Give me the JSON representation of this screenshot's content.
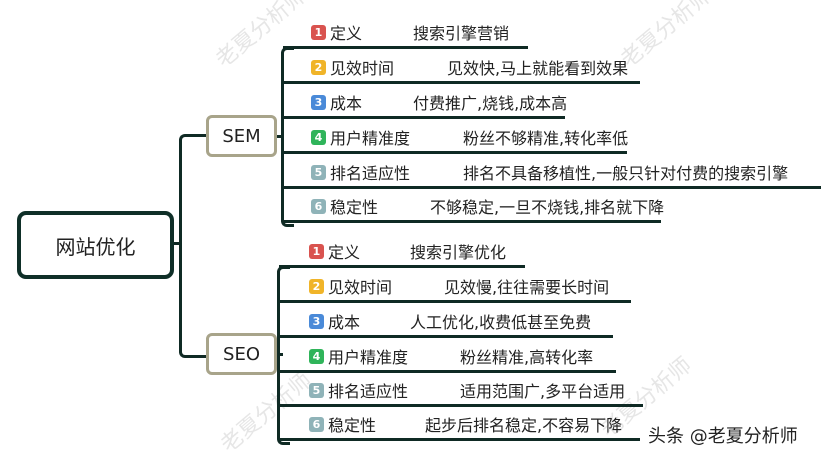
{
  "root": {
    "label": "网站优化"
  },
  "branches": [
    {
      "label": "SEM",
      "items": [
        {
          "num": "1",
          "color": "#d9534f",
          "label": "定义",
          "value": "搜索引擎营销"
        },
        {
          "num": "2",
          "color": "#f0b429",
          "label": "见效时间",
          "value": "见效快,马上就能看到效果"
        },
        {
          "num": "3",
          "color": "#4a8ad8",
          "label": "成本",
          "value": "付费推广,烧钱,成本高"
        },
        {
          "num": "4",
          "color": "#2fb45a",
          "label": "用户精准度",
          "value": "粉丝不够精准,转化率低"
        },
        {
          "num": "5",
          "color": "#8fb3b8",
          "label": "排名适应性",
          "value": "排名不具备移植性,一般只针对付费的搜索引擎"
        },
        {
          "num": "6",
          "color": "#8fb3b8",
          "label": "稳定性",
          "value": "不够稳定,一旦不烧钱,排名就下降"
        }
      ]
    },
    {
      "label": "SEO",
      "items": [
        {
          "num": "1",
          "color": "#d9534f",
          "label": "定义",
          "value": "搜索引擎优化"
        },
        {
          "num": "2",
          "color": "#f0b429",
          "label": "见效时间",
          "value": "见效慢,往往需要长时间"
        },
        {
          "num": "3",
          "color": "#4a8ad8",
          "label": "成本",
          "value": "人工优化,收费低甚至免费"
        },
        {
          "num": "4",
          "color": "#2fb45a",
          "label": "用户精准度",
          "value": "粉丝精准,高转化率"
        },
        {
          "num": "5",
          "color": "#8fb3b8",
          "label": "排名适应性",
          "value": "适用范围广,多平台适用"
        },
        {
          "num": "6",
          "color": "#8fb3b8",
          "label": "稳定性",
          "value": "起步后排名稳定,不容易下降"
        }
      ]
    }
  ],
  "watermark": "老夏分析师",
  "credit": "头条 @老夏分析师"
}
